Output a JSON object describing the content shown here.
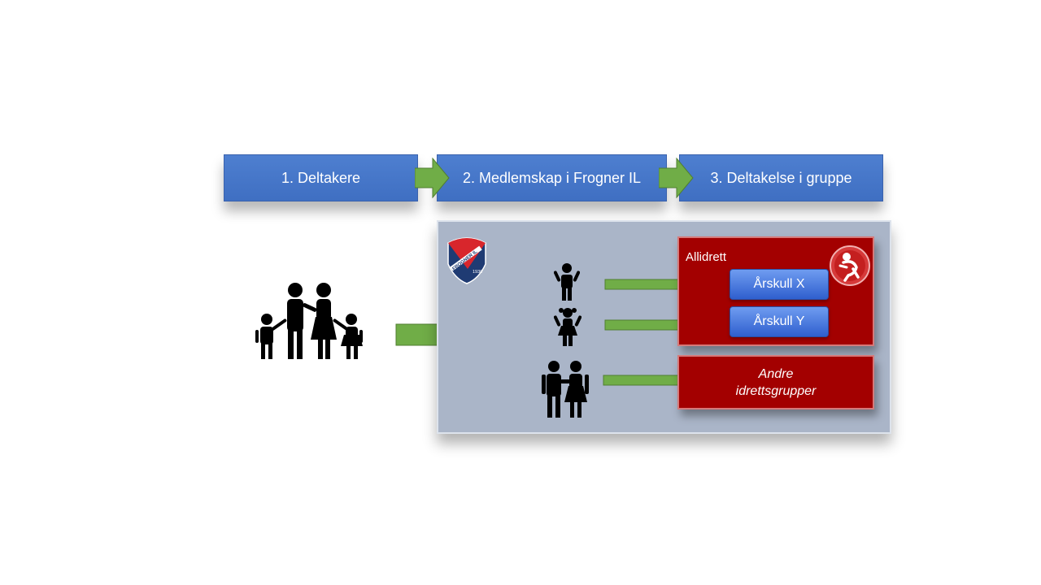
{
  "steps": [
    "1. Deltakere",
    "2. Medlemskap i Frogner IL",
    "3. Deltakelse i gruppe"
  ],
  "logo": {
    "name": "FROGNER IL",
    "year": "1930"
  },
  "allidrett": {
    "title": "Allidrett",
    "groups": [
      "Årskull X",
      "Årskull Y"
    ]
  },
  "other_groups": {
    "line1": "Andre",
    "line2": "idrettsgrupper"
  },
  "icons": [
    "family-icon",
    "boy-icon",
    "girl-icon",
    "couple-icon",
    "allidrett-logo-icon"
  ],
  "colors": {
    "step_blue": "#4472c4",
    "arrow_green": "#70ad47",
    "panel_gray": "#aab5c8",
    "group_red": "#a30000",
    "pill_blue": "#4a7de0"
  }
}
